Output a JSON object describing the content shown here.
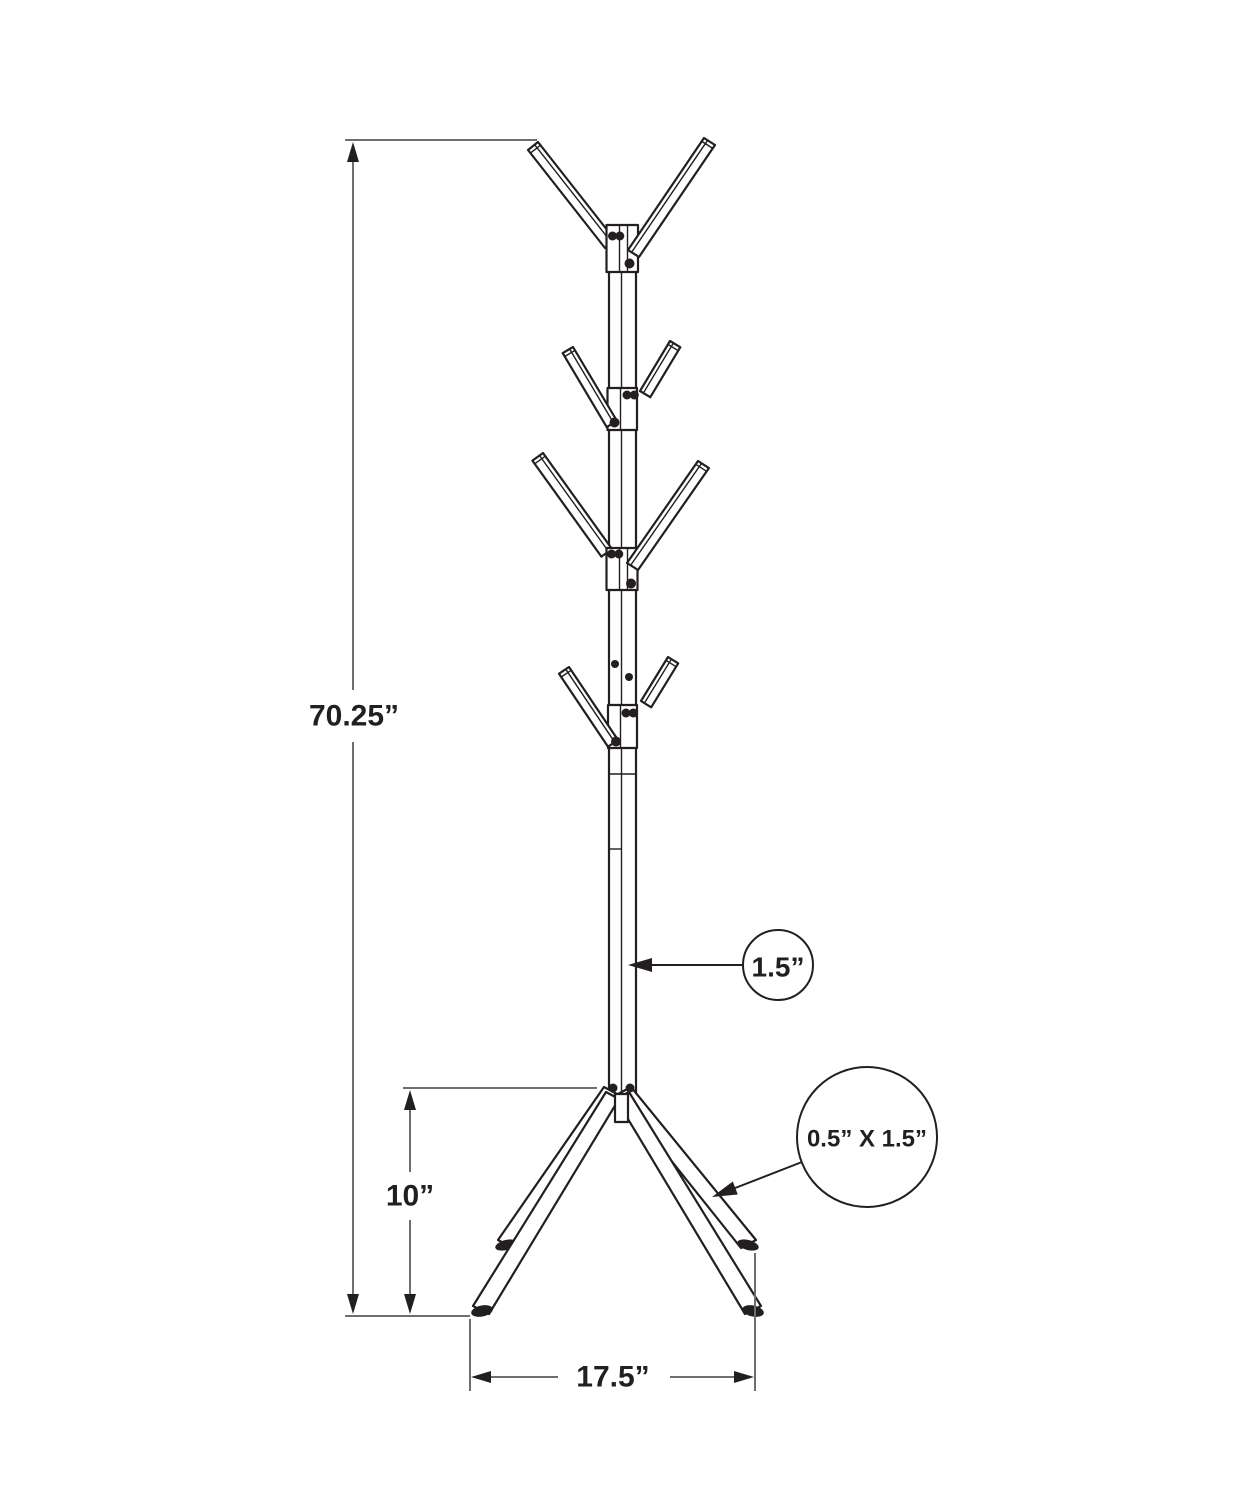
{
  "title": "Coat rack dimension diagram",
  "colors": {
    "outline": "#231f20",
    "dimension_line": "#6d6e71",
    "background": "#ffffff"
  },
  "dimensions": {
    "overall_height": "70.25”",
    "base_height": "10”",
    "base_width": "17.5”"
  },
  "callouts": {
    "pole_section": "1.5”",
    "leg_section": "0.5” X 1.5”"
  }
}
